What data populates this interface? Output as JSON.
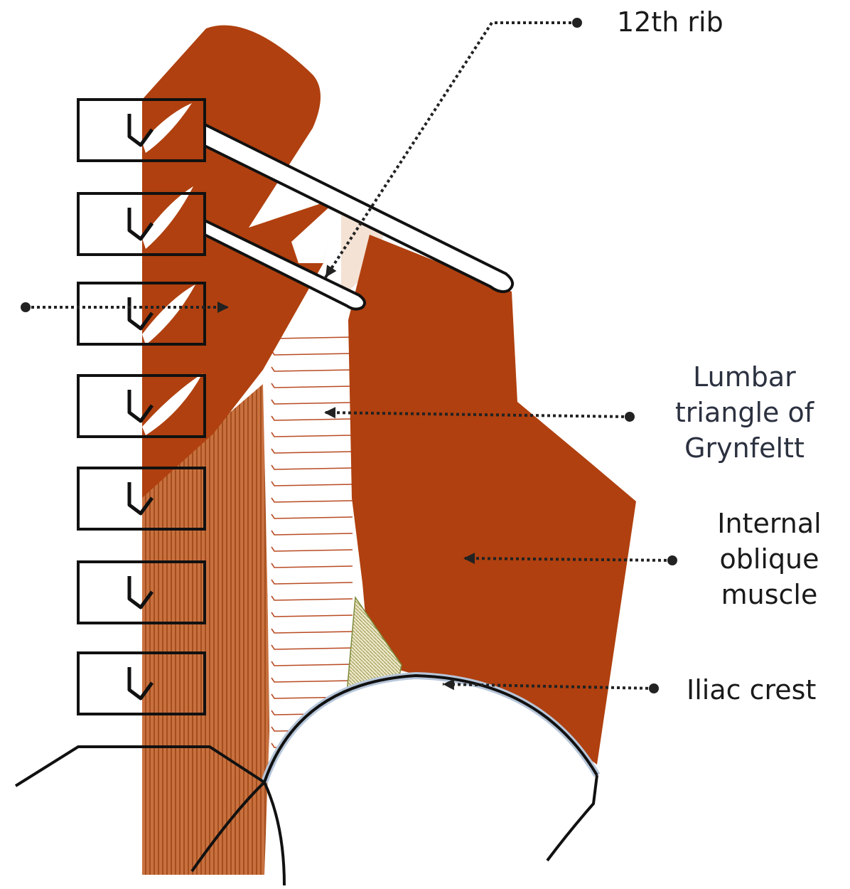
{
  "labels": {
    "rib": "12th rib",
    "grynfeltt": [
      "Lumbar",
      "triangle of",
      "Grynfeltt"
    ],
    "internal_oblique": [
      "Internal",
      "oblique",
      "muscle"
    ],
    "iliac_crest": "Iliac crest"
  },
  "colors": {
    "muscle": "#b0400f",
    "erector": "#c56a3a",
    "aponeurosis_line": "#b84a22",
    "outline": "#111111",
    "leader": "#222222",
    "bone_shadow": "#b7c6da"
  }
}
